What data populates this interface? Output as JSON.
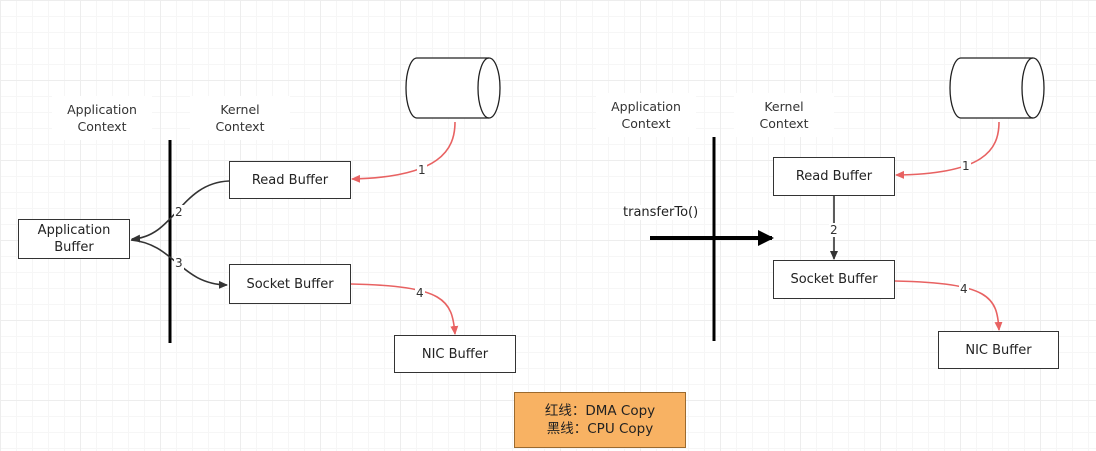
{
  "left": {
    "app_context": [
      "Application",
      "Context"
    ],
    "kernel_context": [
      "Kernel",
      "Context"
    ],
    "read_buffer": "Read Buffer",
    "app_buffer": [
      "Application",
      "Buffer"
    ],
    "socket_buffer": "Socket Buffer",
    "nic_buffer": "NIC Buffer",
    "steps": [
      "1",
      "2",
      "3",
      "4"
    ]
  },
  "right": {
    "app_context": [
      "Application",
      "Context"
    ],
    "kernel_context": [
      "Kernel",
      "Context"
    ],
    "read_buffer": "Read Buffer",
    "socket_buffer": "Socket Buffer",
    "nic_buffer": "NIC Buffer",
    "transfer_label": "transferTo()",
    "steps": [
      "1",
      "2",
      "4"
    ]
  },
  "legend": {
    "red_line": "红线：DMA Copy",
    "black_line": "黑线：CPU Copy"
  },
  "colors": {
    "dma_arrow": "#e86262",
    "cpu_arrow": "#333333",
    "legend_fill": "#f8b263"
  }
}
